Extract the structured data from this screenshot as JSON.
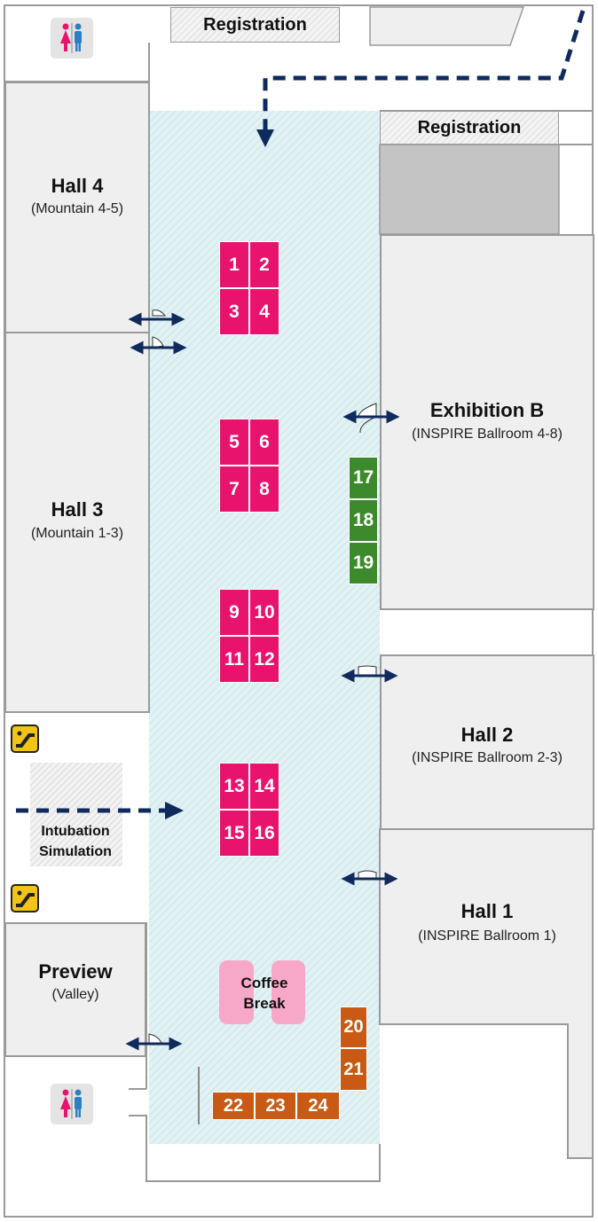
{
  "registration_top": "Registration",
  "registration_right": "Registration",
  "halls": {
    "hall4": {
      "name": "Hall 4",
      "sub": "(Mountain 4-5)"
    },
    "hall3": {
      "name": "Hall 3",
      "sub": "(Mountain 1-3)"
    },
    "exhibition_b": {
      "name": "Exhibition B",
      "sub": "(INSPIRE Ballroom 4-8)"
    },
    "hall2": {
      "name": "Hall 2",
      "sub": "(INSPIRE Ballroom 2-3)"
    },
    "hall1": {
      "name": "Hall 1",
      "sub": "(INSPIRE Ballroom 1)"
    },
    "preview": {
      "name": "Preview",
      "sub": "(Valley)"
    }
  },
  "intubation": {
    "line1": "Intubation",
    "line2": "Simulation"
  },
  "coffee": {
    "line1": "Coffee",
    "line2": "Break"
  },
  "booths": {
    "pink": [
      "1",
      "2",
      "3",
      "4",
      "5",
      "6",
      "7",
      "8",
      "9",
      "10",
      "11",
      "12",
      "13",
      "14",
      "15",
      "16"
    ],
    "green": [
      "17",
      "18",
      "19"
    ],
    "orange": [
      "20",
      "21",
      "22",
      "23",
      "24"
    ]
  },
  "colors": {
    "booth_pink": "#e8136d",
    "booth_green": "#3d8a2c",
    "booth_orange": "#c85a14",
    "coffee": "#f7a8c8",
    "route_arrow": "#0f2a5c",
    "corridor": "#dff0f2",
    "hall_fill": "#efefef"
  },
  "icons": {
    "restroom": "restroom-icon",
    "escalator": "escalator-icon",
    "door": "door-icon",
    "entrance_arrow": "dashed-arrow-icon"
  }
}
